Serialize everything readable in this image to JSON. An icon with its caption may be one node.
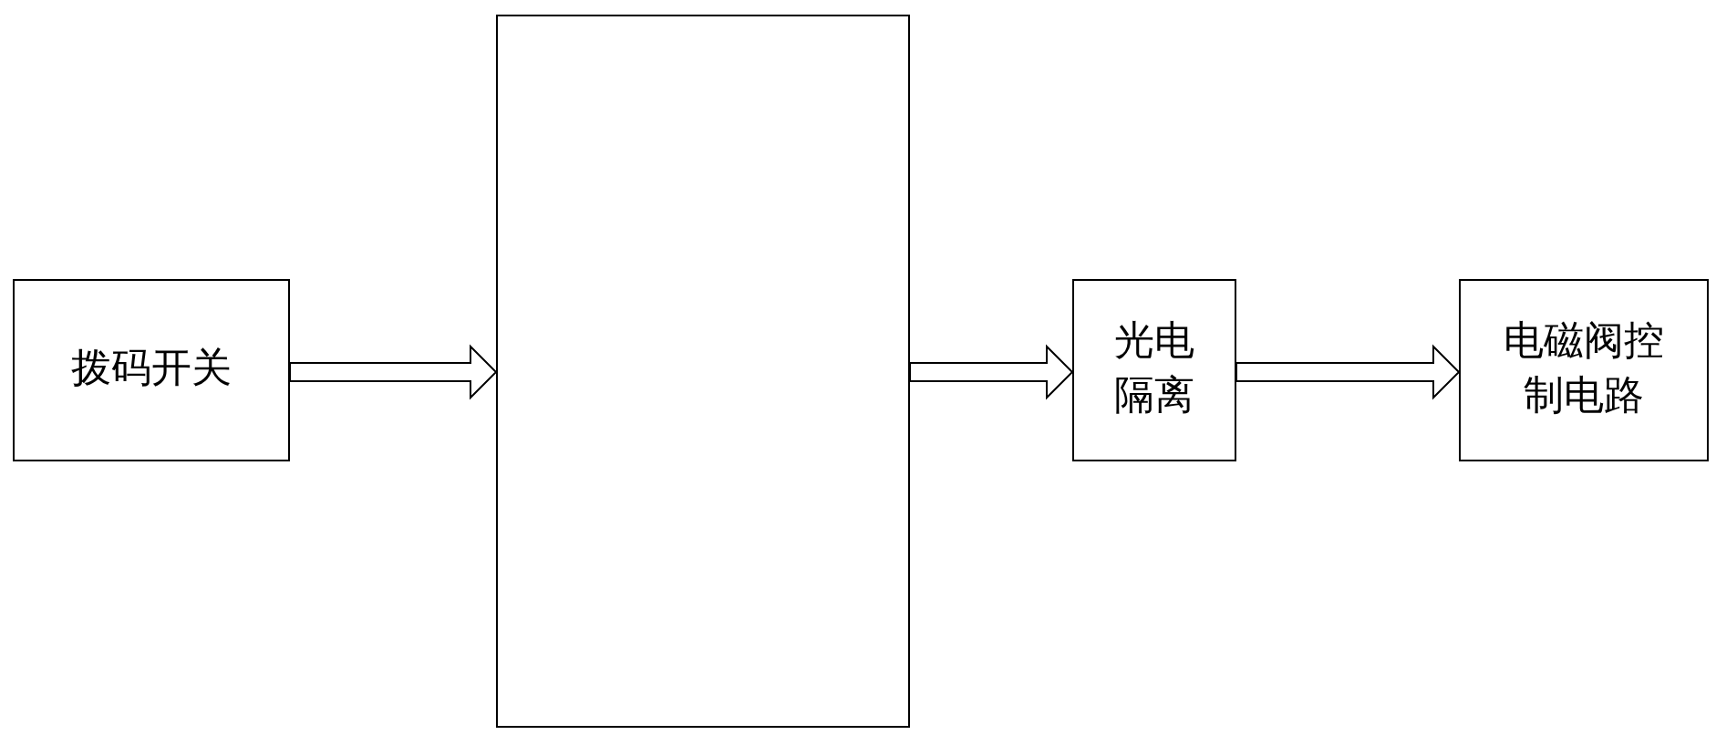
{
  "diagram": {
    "nodes": [
      {
        "text": [
          "拨码开关"
        ]
      },
      {
        "text": [],
        "shape": "box"
      },
      {
        "text": [
          "光电隔离"
        ]
      },
      {
        "text": [
          "电磁阀控制电路"
        ]
      }
    ],
    "edges": [
      {
        "from": 0,
        "to": 1,
        "arrow": "to"
      },
      {
        "from": 1,
        "to": 2,
        "arrow": "to"
      },
      {
        "from": 2,
        "to": 3,
        "arrow": "to"
      }
    ]
  }
}
